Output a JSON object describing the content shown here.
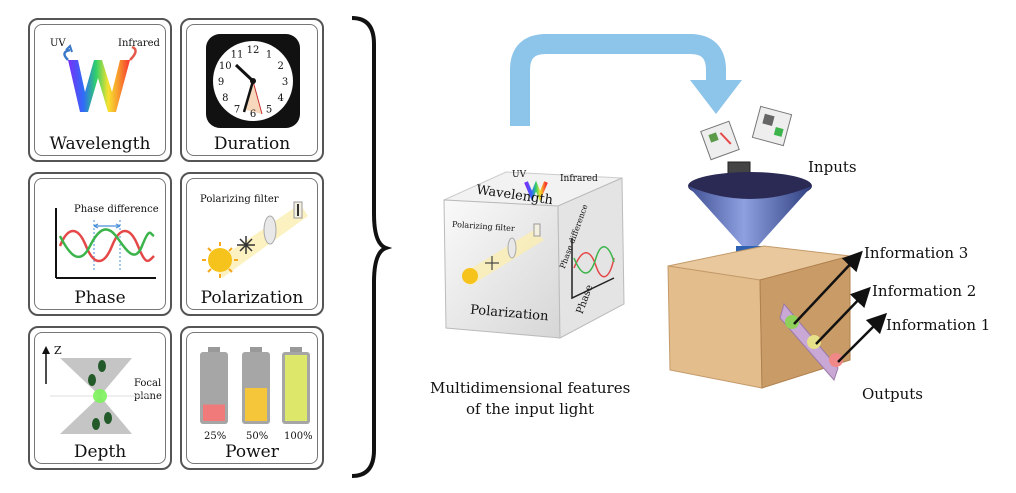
{
  "panels": {
    "wavelength": {
      "title": "Wavelength",
      "uv": "UV",
      "infrared": "Infrared"
    },
    "duration": {
      "title": "Duration",
      "clock_numbers": [
        "12",
        "1",
        "2",
        "3",
        "4",
        "5",
        "6",
        "7",
        "8",
        "9",
        "10",
        "11"
      ]
    },
    "phase": {
      "title": "Phase",
      "phase_difference": "Phase difference"
    },
    "polarization": {
      "title": "Polarization",
      "filter": "Polarizing filter"
    },
    "depth": {
      "title": "Depth",
      "axis": "Z",
      "focal_line1": "Focal",
      "focal_line2": "plane"
    },
    "power": {
      "title": "Power",
      "levels": [
        {
          "label": "25%",
          "value": 0.25,
          "color": "#f07a7a"
        },
        {
          "label": "50%",
          "value": 0.5,
          "color": "#f6c63a"
        },
        {
          "label": "100%",
          "value": 1.0,
          "color": "#dde86a"
        }
      ]
    }
  },
  "cube": {
    "wavelength": "Wavelength",
    "uv": "UV",
    "infrared": "Infrared",
    "filter": "Polarizing filter",
    "polarization": "Polarization",
    "phase_difference": "Phase difference",
    "phase": "Phase"
  },
  "caption": {
    "line1": "Multidimensional features",
    "line2": "of the input light"
  },
  "right": {
    "inputs": "Inputs",
    "outputs": "Outputs",
    "info3": "Information 3",
    "info2": "Information 2",
    "info1": "Information 1"
  },
  "colors": {
    "arrow": "#8cc4ea",
    "box": "#d9b488",
    "funnel": "#5a6eb4",
    "outlet": "#c9a8d6"
  }
}
